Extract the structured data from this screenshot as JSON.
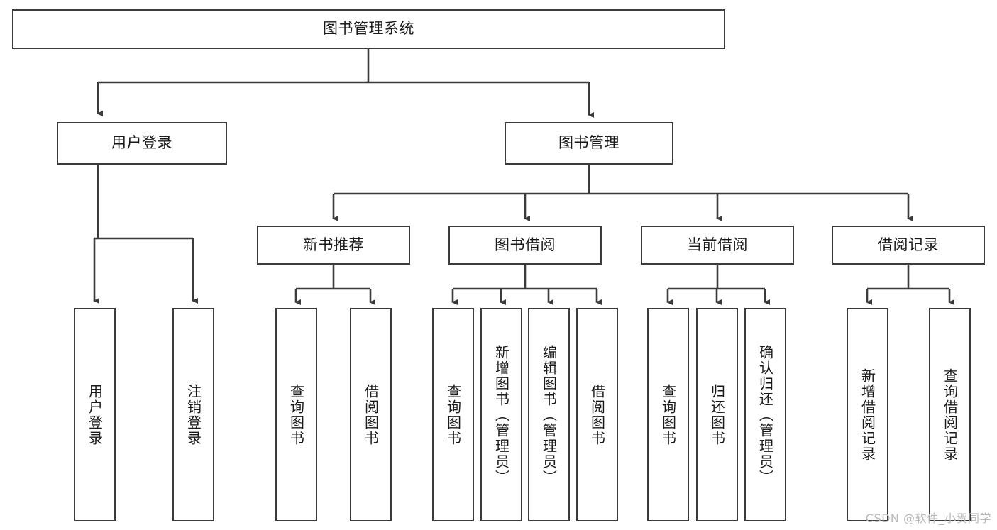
{
  "diagram": {
    "title": "图书管理系统",
    "root": {
      "id": "root",
      "label": "图书管理系统"
    },
    "level2": [
      {
        "id": "user-login",
        "label": "用户登录"
      },
      {
        "id": "book-manage",
        "label": "图书管理"
      }
    ],
    "level3": [
      {
        "id": "new-book-rec",
        "label": "新书推荐"
      },
      {
        "id": "book-borrow",
        "label": "图书借阅"
      },
      {
        "id": "current-borrow",
        "label": "当前借阅"
      },
      {
        "id": "borrow-record",
        "label": "借阅记录"
      }
    ],
    "leaves": {
      "user_login": [
        {
          "id": "leaf-user-login",
          "label": "用户登录"
        },
        {
          "id": "leaf-logout",
          "label": "注销登录"
        }
      ],
      "new_book_rec": [
        {
          "id": "leaf-query-book-1",
          "label": "查询图书"
        },
        {
          "id": "leaf-borrow-book-1",
          "label": "借阅图书"
        }
      ],
      "book_borrow": [
        {
          "id": "leaf-query-book-2",
          "label": "查询图书"
        },
        {
          "id": "leaf-add-book",
          "label": "新增图书（管理员）"
        },
        {
          "id": "leaf-edit-book",
          "label": "编辑图书（管理员）"
        },
        {
          "id": "leaf-borrow-book-2",
          "label": "借阅图书"
        }
      ],
      "current_borrow": [
        {
          "id": "leaf-query-book-3",
          "label": "查询图书"
        },
        {
          "id": "leaf-return-book",
          "label": "归还图书"
        },
        {
          "id": "leaf-confirm-return",
          "label": "确认归还（管理员）"
        }
      ],
      "borrow_record": [
        {
          "id": "leaf-add-record",
          "label": "新增借阅记录"
        },
        {
          "id": "leaf-query-record",
          "label": "查询借阅记录"
        }
      ]
    },
    "watermark": "CSDN @软件_小贺同学",
    "colors": {
      "stroke": "#3b3b3b",
      "fill": "#ffffff",
      "text": "#1a1a1a",
      "watermark": "#b9b9b9"
    }
  }
}
